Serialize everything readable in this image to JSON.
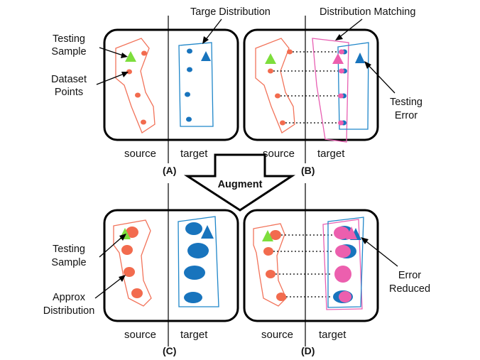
{
  "labels": {
    "targe_distribution": "Targe Distribution",
    "distribution_matching": "Distribution Matching",
    "testing_sample_a_1": "Testing",
    "testing_sample_a_2": "Sample",
    "dataset_points_1": "Dataset",
    "dataset_points_2": "Points",
    "testing_error_1": "Testing",
    "testing_error_2": "Error",
    "augment": "Augment",
    "testing_sample_c_1": "Testing",
    "testing_sample_c_2": "Sample",
    "approx_distribution_1": "Approx",
    "approx_distribution_2": "Distribution",
    "error_reduced_1": "Error",
    "error_reduced_2": "Reduced"
  },
  "panels": {
    "a": {
      "id": "(A)",
      "source": "source",
      "target": "target"
    },
    "b": {
      "id": "(B)",
      "source": "source",
      "target": "target"
    },
    "c": {
      "id": "(C)",
      "source": "source",
      "target": "target"
    },
    "d": {
      "id": "(D)",
      "source": "source",
      "target": "target"
    }
  },
  "colors": {
    "source_outline": "#f2735a",
    "source_point": "#f26b4e",
    "testing_sample": "#7dde3c",
    "target_outline": "#1f86c9",
    "target_point": "#1874bd",
    "matching_outline": "#e85fb2",
    "matching_point": "#ec5fae"
  }
}
